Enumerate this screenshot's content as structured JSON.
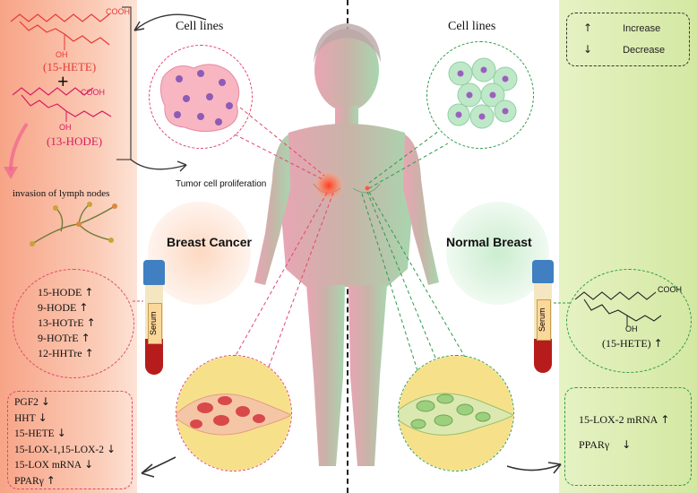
{
  "left": {
    "formula_15hete": "(15-HETE)",
    "formula_13hode": "(13-HODE)",
    "plus": "+",
    "cooh": "COOH",
    "oh": "OH",
    "cell_lines_label": "Cell lines",
    "tumor_label": "Tumor cell proliferation",
    "invasion_label": "invasion  of lymph nodes",
    "title": "Breast Cancer",
    "serum_label": "Serum",
    "serum_markers": [
      {
        "name": "15-HODE",
        "trend": "↑"
      },
      {
        "name": "9-HODE",
        "trend": "↑"
      },
      {
        "name": "13-HOTrE",
        "trend": "↑"
      },
      {
        "name": "9-HOTrE",
        "trend": "↑"
      },
      {
        "name": "12-HHTre",
        "trend": "↑"
      }
    ],
    "tissue_markers": [
      {
        "name": "PGF2",
        "trend": "↓"
      },
      {
        "name": "HHT",
        "trend": "↓"
      },
      {
        "name": "15-HETE",
        "trend": "↓"
      },
      {
        "name": "15-LOX-1,15-LOX-2",
        "trend": "↓"
      },
      {
        "name": "15-LOX mRNA",
        "trend": "↓"
      },
      {
        "name": "PPARγ",
        "trend": "↑"
      }
    ]
  },
  "right": {
    "cell_lines_label": "Cell lines",
    "title": "Normal Breast",
    "serum_label": "Serum",
    "cooh": "COOH",
    "oh": "OH",
    "hete_label": "(15-HETE)",
    "hete_trend": "↑",
    "tissue_markers": [
      {
        "name": "15-LOX-2 mRNA",
        "trend": "↑"
      },
      {
        "name": "PPARγ",
        "trend": "↓"
      }
    ]
  },
  "legend": {
    "increase_symbol": "↑",
    "increase_label": "Increase",
    "decrease_symbol": "↓",
    "decrease_label": "Decrease"
  },
  "colors": {
    "cancer_accent": "#e2456c",
    "normal_accent": "#2e9a4a",
    "left_panel": "#f9b79c",
    "right_panel": "#dcedb2"
  }
}
